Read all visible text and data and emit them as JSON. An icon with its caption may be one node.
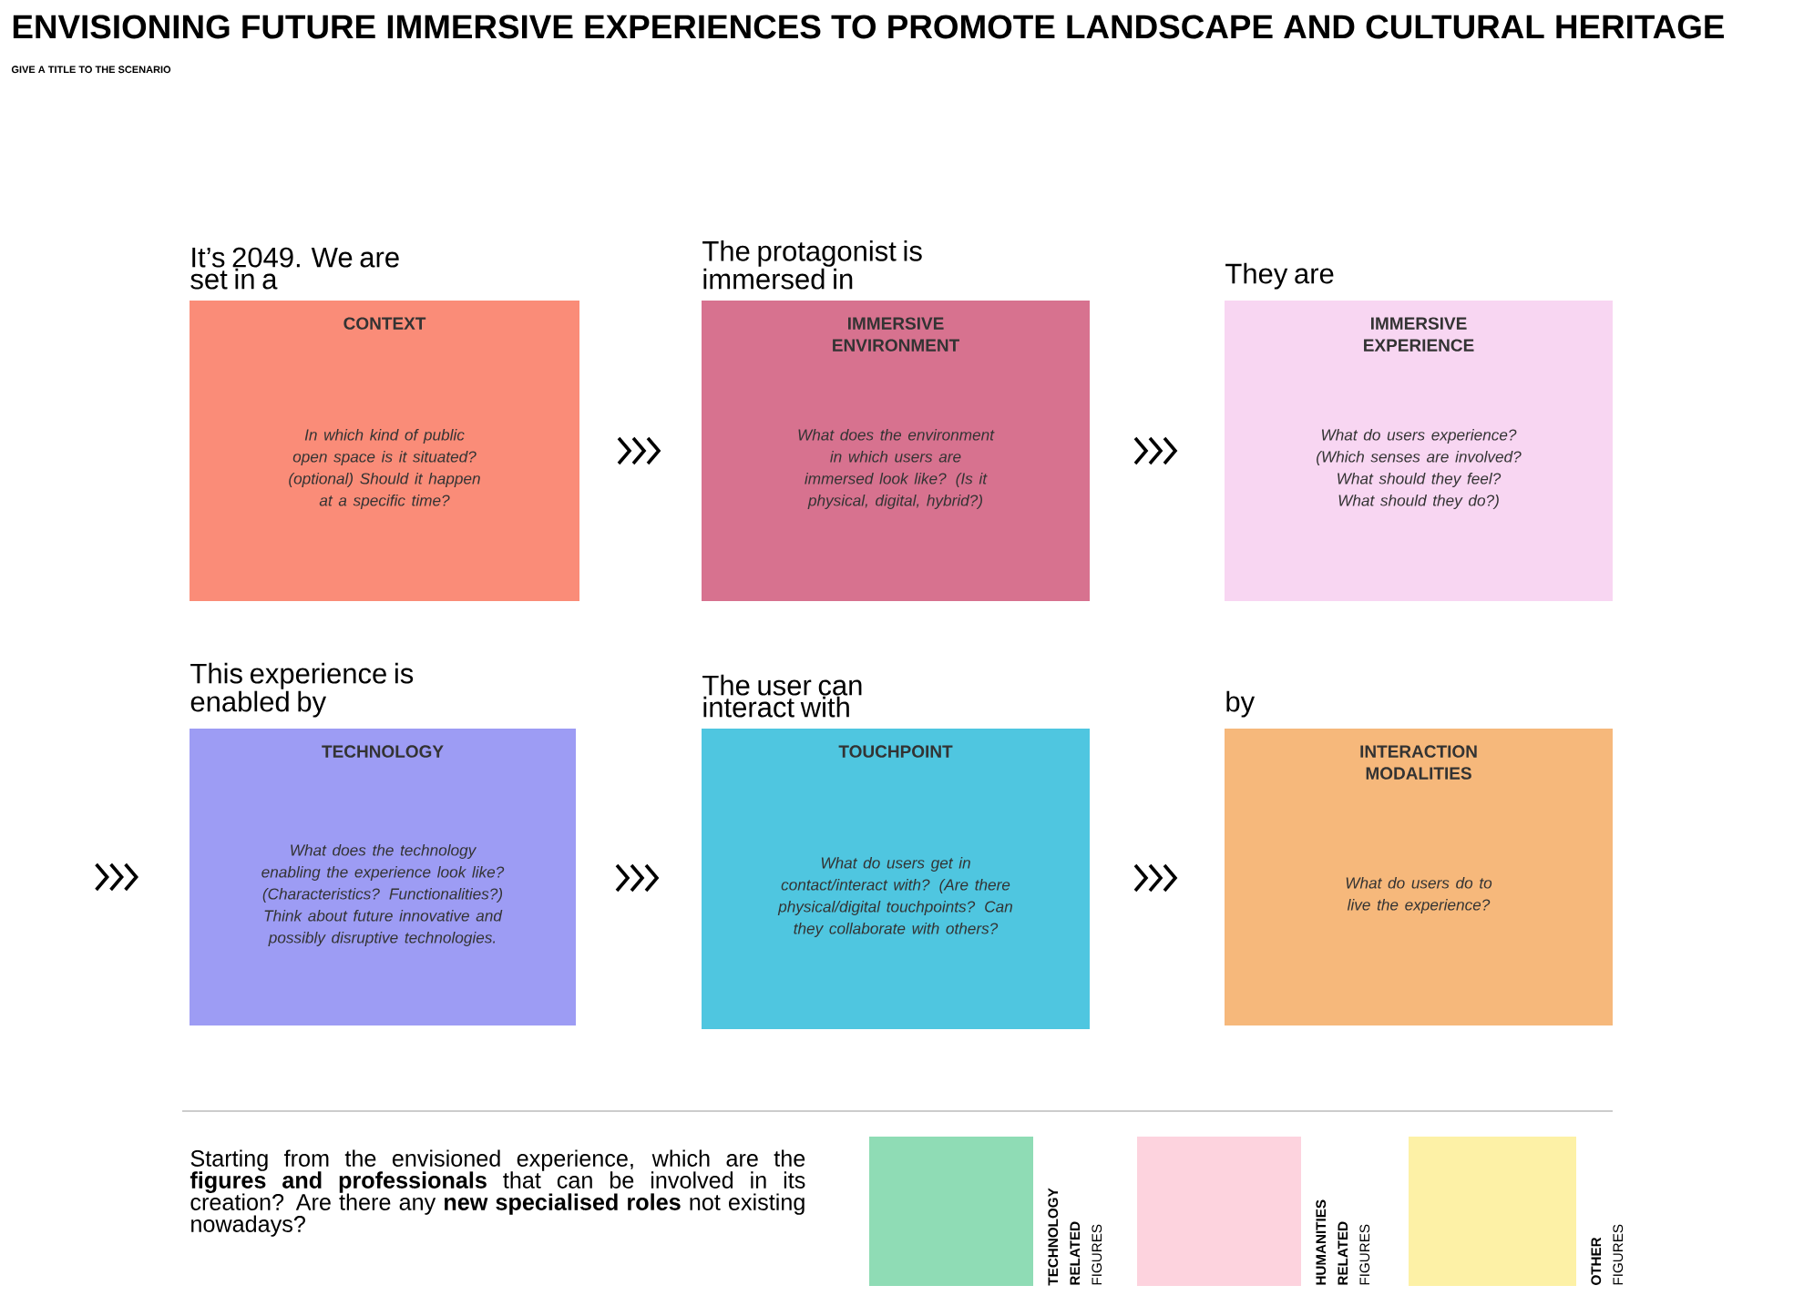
{
  "diagram": {
    "title": "ENVISIONING FUTURE IMMERSIVE EXPERIENCES TO PROMOTE LANDSCAPE AND CULTURAL HERITAGE",
    "nodes": [
      {
        "text": [
          "CONTEXT",
          "In which kind of public open space is it situated? (optional) Should it happen at a specific time?"
        ],
        "beside": [
          "It’s 2049. We are set in a"
        ]
      },
      {
        "text": [
          "IMMERSIVE ENVIRONMENT",
          "What does the environment in which users are immersed look like? (Is it physical, digital, hybrid?)"
        ],
        "beside": [
          "The protagonist is immersed in"
        ]
      },
      {
        "text": [
          "IMMERSIVE EXPERIENCE",
          "What do users experience? (Which senses are involved? What should they feel? What should they do?)"
        ],
        "beside": [
          "They are"
        ]
      },
      {
        "text": [
          "TECHNOLOGY",
          "What does the technology enabling the experience look like? (Characteristics? Functionalities?) Think about future innovative and possibly disruptive technologies."
        ],
        "beside": [
          "This experience is enabled by"
        ]
      },
      {
        "text": [
          "TOUCHPOINT",
          "What do users get in contact/interact with? (Are there physical/digital touchpoints? Can they collaborate with others?"
        ],
        "beside": [
          "The user can interact with"
        ]
      },
      {
        "text": [
          "INTERACTION MODALITIES",
          "What do users do to live the experience?"
        ],
        "beside": [
          "by"
        ]
      }
    ],
    "edges": [
      {
        "from": 0,
        "to": 1,
        "arrow": "to"
      },
      {
        "from": 1,
        "to": 2,
        "arrow": "to"
      },
      {
        "from": null,
        "to": 3,
        "arrow": "to"
      },
      {
        "from": 3,
        "to": 4,
        "arrow": "to"
      },
      {
        "from": 4,
        "to": 5,
        "arrow": "to"
      }
    ],
    "labels": [
      "GIVE A TITLE TO THE SCENARIO",
      "Starting from the envisioned experience, which are the **figures and professionals** that can be involved in its creation? Are there any **new specialised roles** not existing nowadays?"
    ],
    "legend": [
      {
        "text": "**TECHNOLOGY RELATED** FIGURES",
        "color": "#8fdcb5"
      },
      {
        "text": "**HUMANITIES RELATED** FIGURES",
        "color": "#fdd3de"
      },
      {
        "text": "**OTHER** FIGURES",
        "color": "#fdf1a6"
      }
    ]
  }
}
